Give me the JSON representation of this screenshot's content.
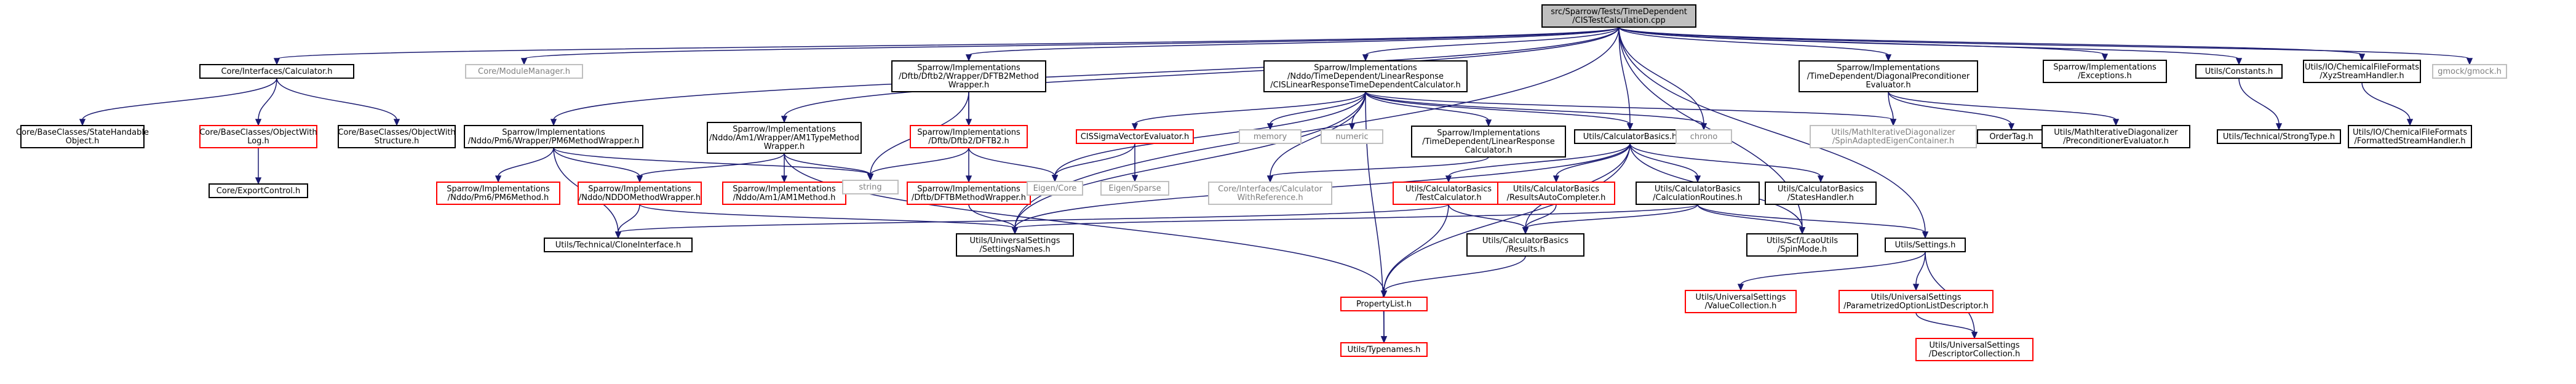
{
  "colors": {
    "edge": "#191970",
    "normal_border": "#000000",
    "missing_border": "#bfbfbf",
    "undocumented_border": "#ff0000",
    "root_fill": "#bfbfbf",
    "text": "#000000",
    "missing_text": "#7f7f7f"
  },
  "nodes": [
    {
      "id": "root",
      "kind": "root",
      "lines": [
        "src/Sparrow/Tests/TimeDependent",
        "/CISTestCalculation.cpp"
      ]
    },
    {
      "id": "calc",
      "kind": "normal",
      "lines": [
        "Core/Interfaces/Calculator.h"
      ]
    },
    {
      "id": "modman",
      "kind": "missing",
      "lines": [
        "Core/ModuleManager.h"
      ]
    },
    {
      "id": "dftb2wrap",
      "kind": "normal",
      "lines": [
        "Sparrow/Implementations",
        "/Dftb/Dftb2/Wrapper/DFTB2Method",
        "Wrapper.h"
      ]
    },
    {
      "id": "lrcalc",
      "kind": "normal",
      "lines": [
        "Sparrow/Implementations",
        "/Nddo/TimeDependent/LinearResponse",
        "/CISLinearResponseTimeDependentCalculator.h"
      ]
    },
    {
      "id": "diagprec",
      "kind": "normal",
      "lines": [
        "Sparrow/Implementations",
        "/TimeDependent/DiagonalPreconditioner",
        "Evaluator.h"
      ]
    },
    {
      "id": "exceptions",
      "kind": "normal",
      "lines": [
        "Sparrow/Implementations",
        "/Exceptions.h"
      ]
    },
    {
      "id": "constants",
      "kind": "normal",
      "lines": [
        "Utils/Constants.h"
      ]
    },
    {
      "id": "xyz",
      "kind": "normal",
      "lines": [
        "Utils/IO/ChemicalFileFormats",
        "/XyzStreamHandler.h"
      ]
    },
    {
      "id": "gmock",
      "kind": "missing",
      "lines": [
        "gmock/gmock.h"
      ]
    },
    {
      "id": "statehandable",
      "kind": "normal",
      "lines": [
        "Core/BaseClasses/StateHandable",
        "Object.h"
      ]
    },
    {
      "id": "objwithlog",
      "kind": "red",
      "lines": [
        "Core/BaseClasses/ObjectWith",
        "Log.h"
      ]
    },
    {
      "id": "objwithstruct",
      "kind": "normal",
      "lines": [
        "Core/BaseClasses/ObjectWith",
        "Structure.h"
      ]
    },
    {
      "id": "pm6wrap",
      "kind": "normal",
      "lines": [
        "Sparrow/Implementations",
        "/Nddo/Pm6/Wrapper/PM6MethodWrapper.h"
      ]
    },
    {
      "id": "am1wrap",
      "kind": "normal",
      "lines": [
        "Sparrow/Implementations",
        "/Nddo/Am1/Wrapper/AM1TypeMethod",
        "Wrapper.h"
      ]
    },
    {
      "id": "dftb2h",
      "kind": "red",
      "lines": [
        "Sparrow/Implementations",
        "/Dftb/Dftb2/DFTB2.h"
      ]
    },
    {
      "id": "cissigma",
      "kind": "red",
      "lines": [
        "CISSigmaVectorEvaluator.h"
      ]
    },
    {
      "id": "memory",
      "kind": "missing",
      "lines": [
        "memory"
      ]
    },
    {
      "id": "numeric",
      "kind": "missing",
      "lines": [
        "numeric"
      ]
    },
    {
      "id": "lrcalch",
      "kind": "normal",
      "lines": [
        "Sparrow/Implementations",
        "/TimeDependent/LinearResponse",
        "Calculator.h"
      ]
    },
    {
      "id": "calcbasics",
      "kind": "normal",
      "lines": [
        "Utils/CalculatorBasics.h"
      ]
    },
    {
      "id": "chrono",
      "kind": "missing",
      "lines": [
        "chrono"
      ]
    },
    {
      "id": "spinadapted",
      "kind": "missing",
      "lines": [
        "Utils/MathIterativeDiagonalizer",
        "/SpinAdaptedEigenContainer.h"
      ]
    },
    {
      "id": "ordertag",
      "kind": "normal",
      "lines": [
        "OrderTag.h"
      ]
    },
    {
      "id": "precond",
      "kind": "normal",
      "lines": [
        "Utils/MathIterativeDiagonalizer",
        "/PreconditionerEvaluator.h"
      ]
    },
    {
      "id": "strongtype",
      "kind": "normal",
      "lines": [
        "Utils/Technical/StrongType.h"
      ]
    },
    {
      "id": "formatted",
      "kind": "normal",
      "lines": [
        "Utils/IO/ChemicalFileFormats",
        "/FormattedStreamHandler.h"
      ]
    },
    {
      "id": "exportcontrol",
      "kind": "normal",
      "lines": [
        "Core/ExportControl.h"
      ]
    },
    {
      "id": "pm6method",
      "kind": "red",
      "lines": [
        "Sparrow/Implementations",
        "/Nddo/Pm6/PM6Method.h"
      ]
    },
    {
      "id": "nddowrap",
      "kind": "red",
      "lines": [
        "Sparrow/Implementations",
        "/Nddo/NDDOMethodWrapper.h"
      ]
    },
    {
      "id": "am1method",
      "kind": "red",
      "lines": [
        "Sparrow/Implementations",
        "/Nddo/Am1/AM1Method.h"
      ]
    },
    {
      "id": "dftbwrapbase",
      "kind": "red",
      "lines": [
        "Sparrow/Implementations",
        "/Dftb/DFTBMethodWrapper.h"
      ]
    },
    {
      "id": "string",
      "kind": "missing",
      "lines": [
        "string"
      ]
    },
    {
      "id": "eigencore",
      "kind": "missing",
      "lines": [
        "Eigen/Core"
      ]
    },
    {
      "id": "eigensparse",
      "kind": "missing",
      "lines": [
        "Eigen/Sparse"
      ]
    },
    {
      "id": "calcwithref",
      "kind": "missing",
      "lines": [
        "Core/Interfaces/Calculator",
        "WithReference.h"
      ]
    },
    {
      "id": "testcalc",
      "kind": "red",
      "lines": [
        "Utils/CalculatorBasics",
        "/TestCalculator.h"
      ]
    },
    {
      "id": "autocomp",
      "kind": "red",
      "lines": [
        "Utils/CalculatorBasics",
        "/ResultsAutoCompleter.h"
      ]
    },
    {
      "id": "calcroutines",
      "kind": "normal",
      "lines": [
        "Utils/CalculatorBasics",
        "/CalculationRoutines.h"
      ]
    },
    {
      "id": "statehandler",
      "kind": "normal",
      "lines": [
        "Utils/CalculatorBasics",
        "/StatesHandler.h"
      ]
    },
    {
      "id": "cloneiface",
      "kind": "normal",
      "lines": [
        "Utils/Technical/CloneInterface.h"
      ]
    },
    {
      "id": "settingsnames",
      "kind": "normal",
      "lines": [
        "Utils/UniversalSettings",
        "/SettingsNames.h"
      ]
    },
    {
      "id": "results",
      "kind": "normal",
      "lines": [
        "Utils/CalculatorBasics",
        "/Results.h"
      ]
    },
    {
      "id": "spinmode",
      "kind": "normal",
      "lines": [
        "Utils/Scf/LcaoUtils",
        "/SpinMode.h"
      ]
    },
    {
      "id": "settings",
      "kind": "normal",
      "lines": [
        "Utils/Settings.h"
      ]
    },
    {
      "id": "proplist",
      "kind": "red",
      "lines": [
        "PropertyList.h"
      ]
    },
    {
      "id": "valuecoll",
      "kind": "red",
      "lines": [
        "Utils/UniversalSettings",
        "/ValueCollection.h"
      ]
    },
    {
      "id": "paramopt",
      "kind": "red",
      "lines": [
        "Utils/UniversalSettings",
        "/ParametrizedOptionListDescriptor.h"
      ]
    },
    {
      "id": "typenames",
      "kind": "red",
      "lines": [
        "Utils/Typenames.h"
      ]
    },
    {
      "id": "desccoll",
      "kind": "red",
      "lines": [
        "Utils/UniversalSettings",
        "/DescriptorCollection.h"
      ]
    }
  ],
  "edges": [
    [
      "root",
      "calc"
    ],
    [
      "root",
      "modman"
    ],
    [
      "root",
      "dftb2wrap"
    ],
    [
      "root",
      "lrcalc"
    ],
    [
      "root",
      "diagprec"
    ],
    [
      "root",
      "exceptions"
    ],
    [
      "root",
      "constants"
    ],
    [
      "root",
      "xyz"
    ],
    [
      "root",
      "gmock"
    ],
    [
      "root",
      "pm6wrap"
    ],
    [
      "root",
      "am1wrap"
    ],
    [
      "root",
      "calcbasics"
    ],
    [
      "root",
      "chrono"
    ],
    [
      "root",
      "settingsnames"
    ],
    [
      "root",
      "spinmode"
    ],
    [
      "root",
      "settings"
    ],
    [
      "calc",
      "statehandable"
    ],
    [
      "calc",
      "objwithlog"
    ],
    [
      "calc",
      "objwithstruct"
    ],
    [
      "objwithlog",
      "exportcontrol"
    ],
    [
      "dftb2wrap",
      "dftb2h"
    ],
    [
      "dftb2wrap",
      "dftbwrapbase"
    ],
    [
      "dftb2wrap",
      "string"
    ],
    [
      "lrcalc",
      "cissigma"
    ],
    [
      "lrcalc",
      "memory"
    ],
    [
      "lrcalc",
      "numeric"
    ],
    [
      "lrcalc",
      "lrcalch"
    ],
    [
      "lrcalc",
      "calcbasics"
    ],
    [
      "lrcalc",
      "chrono"
    ],
    [
      "lrcalc",
      "spinadapted"
    ],
    [
      "lrcalc",
      "eigencore"
    ],
    [
      "lrcalc",
      "calcwithref"
    ],
    [
      "lrcalc",
      "settingsnames"
    ],
    [
      "lrcalc",
      "typenames"
    ],
    [
      "diagprec",
      "spinadapted"
    ],
    [
      "diagprec",
      "ordertag"
    ],
    [
      "diagprec",
      "precond"
    ],
    [
      "constants",
      "strongtype"
    ],
    [
      "xyz",
      "formatted"
    ],
    [
      "pm6wrap",
      "pm6method"
    ],
    [
      "pm6wrap",
      "nddowrap"
    ],
    [
      "pm6wrap",
      "string"
    ],
    [
      "pm6wrap",
      "cloneiface"
    ],
    [
      "am1wrap",
      "nddowrap"
    ],
    [
      "am1wrap",
      "am1method"
    ],
    [
      "am1wrap",
      "string"
    ],
    [
      "am1wrap",
      "proplist"
    ],
    [
      "dftb2h",
      "eigencore"
    ],
    [
      "dftb2h",
      "string"
    ],
    [
      "cissigma",
      "eigencore"
    ],
    [
      "cissigma",
      "eigensparse"
    ],
    [
      "lrcalch",
      "calcwithref"
    ],
    [
      "calcbasics",
      "testcalc"
    ],
    [
      "calcbasics",
      "autocomp"
    ],
    [
      "calcbasics",
      "calcroutines"
    ],
    [
      "calcbasics",
      "statehandler"
    ],
    [
      "calcbasics",
      "results"
    ],
    [
      "calcbasics",
      "spinmode"
    ],
    [
      "calcbasics",
      "proplist"
    ],
    [
      "calcbasics",
      "settingsnames"
    ],
    [
      "nddowrap",
      "cloneiface"
    ],
    [
      "nddowrap",
      "settingsnames"
    ],
    [
      "dftbwrapbase",
      "settingsnames"
    ],
    [
      "testcalc",
      "cloneiface"
    ],
    [
      "testcalc",
      "results"
    ],
    [
      "testcalc",
      "proplist"
    ],
    [
      "autocomp",
      "results"
    ],
    [
      "calcroutines",
      "results"
    ],
    [
      "calcroutines",
      "spinmode"
    ],
    [
      "calcroutines",
      "settings"
    ],
    [
      "calcroutines",
      "settingsnames"
    ],
    [
      "results",
      "proplist"
    ],
    [
      "settings",
      "valuecoll"
    ],
    [
      "settings",
      "paramopt"
    ],
    [
      "settings",
      "desccoll"
    ],
    [
      "paramopt",
      "desccoll"
    ],
    [
      "proplist",
      "typenames"
    ]
  ]
}
